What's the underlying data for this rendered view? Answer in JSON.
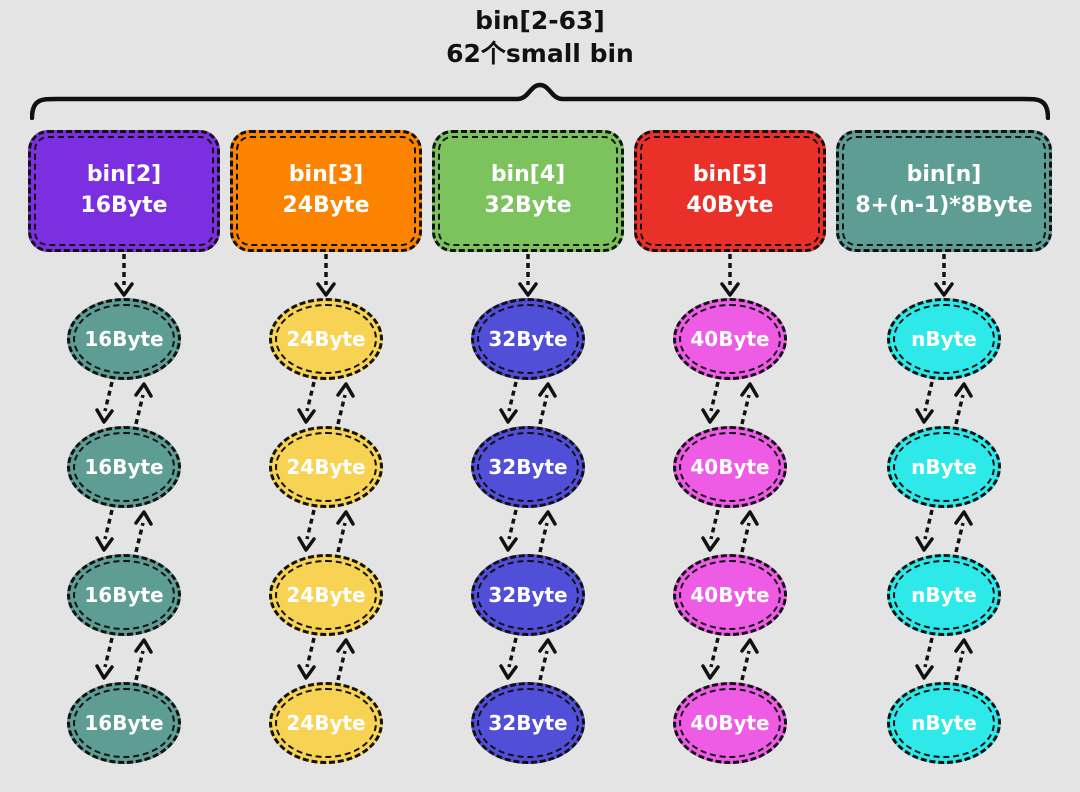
{
  "title": {
    "line1": "bin[2-63]",
    "line2": "62个small bin"
  },
  "colors": {
    "background": "#e4e4e4",
    "line": "#111111",
    "label_text": "#ffffff",
    "title_text": "#111111"
  },
  "columns": [
    {
      "id": "bin2",
      "header": {
        "line1": "bin[2]",
        "line2": "16Byte",
        "color": "#7c2fe0"
      },
      "node_label": "16Byte",
      "node_color": "#5e9d93",
      "node_count": 4
    },
    {
      "id": "bin3",
      "header": {
        "line1": "bin[3]",
        "line2": "24Byte",
        "color": "#fb8300"
      },
      "node_label": "24Byte",
      "node_color": "#f8d353",
      "node_count": 4
    },
    {
      "id": "bin4",
      "header": {
        "line1": "bin[4]",
        "line2": "32Byte",
        "color": "#7cc35e"
      },
      "node_label": "32Byte",
      "node_color": "#514fd8",
      "node_count": 4
    },
    {
      "id": "bin5",
      "header": {
        "line1": "bin[5]",
        "line2": "40Byte",
        "color": "#e93129"
      },
      "node_label": "40Byte",
      "node_color": "#ee5ce6",
      "node_count": 4
    },
    {
      "id": "binn",
      "header": {
        "line1": "bin[n]",
        "line2": "8+(n-1)*8Byte",
        "color": "#5e9d93"
      },
      "node_label": "nByte",
      "node_color": "#2ee9ea",
      "node_count": 4
    }
  ]
}
